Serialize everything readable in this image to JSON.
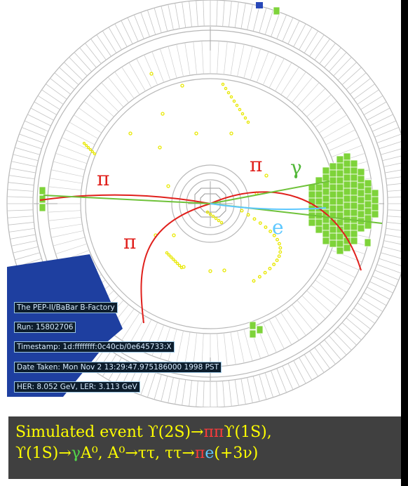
{
  "info_panel": {
    "title": "The PEP-II/BaBar B-Factory",
    "run": "Run: 15802706",
    "timestamp": "Timestamp: 1d:ffffffff:0c40cb/0e645733:X",
    "date_taken": "Date Taken: Mon Nov  2 13:29:47.975186000 1998 PST",
    "beam_energies": "HER: 8.052 GeV, LER: 3.113 GeV"
  },
  "track_labels": {
    "pion_upper_left": "π",
    "pion_lower_left": "π",
    "pion_upper_right": "π",
    "photon": "γ",
    "electron": "e"
  },
  "caption": {
    "line1_prefix": "Simulated event ϒ(2S)→",
    "line1_pions": "ππ",
    "line1_suffix": "ϒ(1S),",
    "line2_upsilon": "ϒ(1S)→",
    "line2_gamma": "γ",
    "line2_a0_decay": "A⁰,  A⁰→ττ, ττ→",
    "line2_pi": "π",
    "line2_e": "e",
    "line2_tail": "(+3ν)"
  },
  "colors": {
    "pion_track": "#e0201c",
    "photon_track": "#6fc23a",
    "electron_track": "#5ec8ff",
    "calorimeter_hit": "#7ed33a",
    "drift_chamber_hit": "#e8e800",
    "caption_text": "#ffff00",
    "caption_background": "#404040",
    "detector_lines": "#b8b8b8",
    "field_panel": "#1e3fa0"
  }
}
